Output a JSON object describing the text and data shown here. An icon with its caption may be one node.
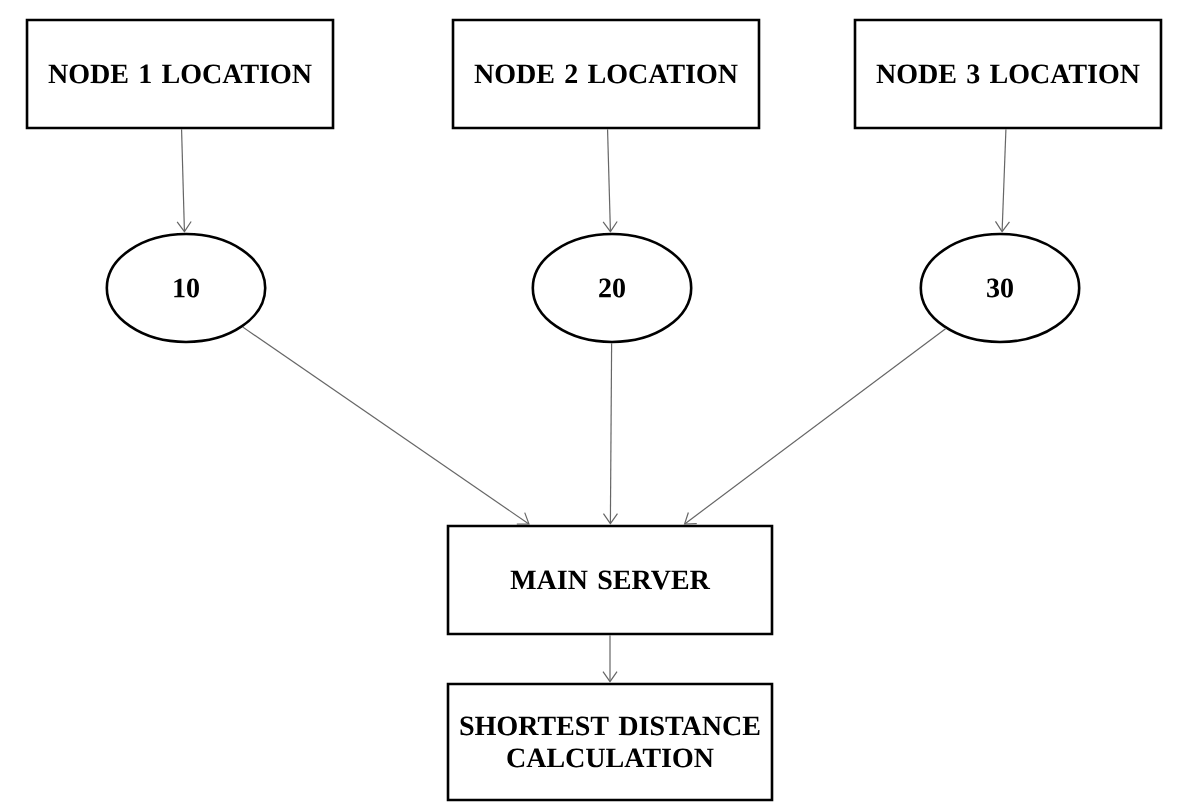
{
  "diagram": {
    "nodes": [
      {
        "text": [
          "NODE 1 LOCATION"
        ]
      },
      {
        "text": [
          "NODE 2 LOCATION"
        ]
      },
      {
        "text": [
          "NODE 3 LOCATION"
        ]
      },
      {
        "text": [
          "10"
        ]
      },
      {
        "text": [
          "20"
        ]
      },
      {
        "text": [
          "30"
        ]
      },
      {
        "text": [
          "MAIN SERVER"
        ]
      },
      {
        "text": [
          "SHORTEST DISTANCE CALCULATION"
        ]
      }
    ],
    "edges": [
      {
        "from": 0,
        "to": 3,
        "arrow": "to"
      },
      {
        "from": 1,
        "to": 4,
        "arrow": "to"
      },
      {
        "from": 2,
        "to": 5,
        "arrow": "to"
      },
      {
        "from": 3,
        "to": 6,
        "arrow": "to"
      },
      {
        "from": 4,
        "to": 6,
        "arrow": "to"
      },
      {
        "from": 5,
        "to": 6,
        "arrow": "to"
      },
      {
        "from": 6,
        "to": 7,
        "arrow": "to"
      }
    ]
  }
}
